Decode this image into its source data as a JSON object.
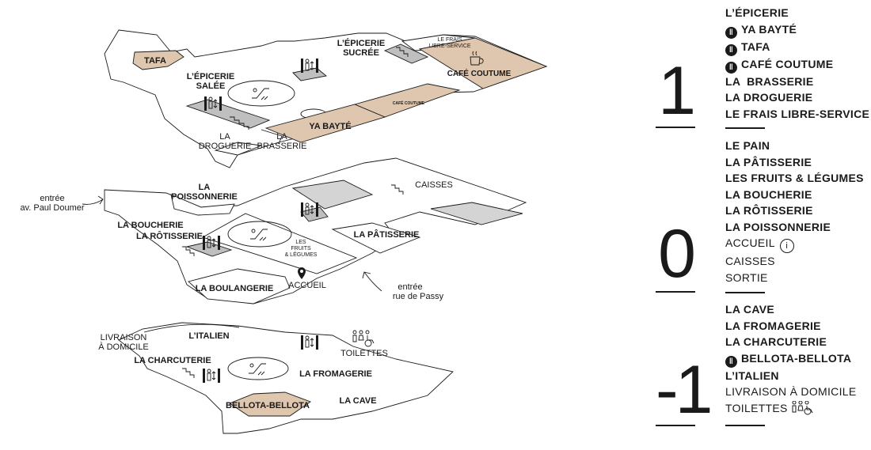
{
  "map": {
    "floor1": {
      "tafa": "TAFA",
      "epicerie_salee_1": "L’ÉPICERIE",
      "epicerie_salee_2": "SALÉE",
      "epicerie_sucree_1": "L’ÉPICERIE",
      "epicerie_sucree_2": "SUCRÉE",
      "frais_1": "LE FRAIS",
      "frais_2": "LIBRE-SERVICE",
      "cafe_coutume": "CAFÉ COUTUME",
      "cafe_coutume_small": "CAFÉ COUTUME",
      "ya_bayte": "YA BAYTÉ",
      "droguerie_1": "LA",
      "droguerie_2": "DROGUERIE",
      "brasserie_1": "LA",
      "brasserie_2": "BRASSERIE"
    },
    "floor0": {
      "entree_1": "entrée",
      "entree_2": "av. Paul Doumer",
      "poissonnerie_1": "LA",
      "poissonnerie_2": "POISSONNERIE",
      "caisses": "CAISSES",
      "boucherie": "LA BOUCHERIE",
      "rotisserie": "LA RÔTISSERIE",
      "fruits_1": "LES",
      "fruits_2": "FRUITS",
      "fruits_3": "& LÉGUMES",
      "patisserie": "LA PÂTISSERIE",
      "boulangerie": "LA BOULANGERIE",
      "accueil": "ACCUEIL",
      "entree_passy_1": "entrée",
      "entree_passy_2": "rue de Passy"
    },
    "floorm1": {
      "livraison_1": "LIVRAISON",
      "livraison_2": "À DOMICILE",
      "italien": "L’ITALIEN",
      "toilettes": "TOILETTES",
      "charcuterie": "LA CHARCUTERIE",
      "fromagerie": "LA FROMAGERIE",
      "bellota": "BELLOTA-BELLOTA",
      "cave": "LA CAVE"
    }
  },
  "legend": {
    "floors": [
      {
        "number": "1",
        "items": [
          {
            "label": "L’ÉPICERIE",
            "bold": true,
            "icon": ""
          },
          {
            "label": "YA BAYTÉ",
            "bold": true,
            "icon": "restaurant-icon"
          },
          {
            "label": "TAFA",
            "bold": true,
            "icon": "restaurant-icon"
          },
          {
            "label": "CAFÉ COUTUME",
            "bold": true,
            "icon": "restaurant-icon"
          },
          {
            "label": "LA  BRASSERIE",
            "bold": true,
            "icon": ""
          },
          {
            "label": "LA DROGUERIE",
            "bold": true,
            "icon": ""
          },
          {
            "label": "LE FRAIS LIBRE-SERVICE",
            "bold": true,
            "icon": ""
          }
        ]
      },
      {
        "number": "0",
        "items": [
          {
            "label": "LE PAIN",
            "bold": true,
            "icon": ""
          },
          {
            "label": "LA PÂTISSERIE",
            "bold": true,
            "icon": ""
          },
          {
            "label": "LES FRUITS & LÉGUMES",
            "bold": true,
            "icon": ""
          },
          {
            "label": "LA BOUCHERIE",
            "bold": true,
            "icon": ""
          },
          {
            "label": "LA RÔTISSERIE",
            "bold": true,
            "icon": ""
          },
          {
            "label": "LA POISSONNERIE",
            "bold": true,
            "icon": ""
          },
          {
            "label": "ACCUEIL",
            "bold": false,
            "icon": "info-icon"
          },
          {
            "label": "CAISSES",
            "bold": false,
            "icon": ""
          },
          {
            "label": "SORTIE",
            "bold": false,
            "icon": ""
          }
        ]
      },
      {
        "number": "-1",
        "items": [
          {
            "label": "LA CAVE",
            "bold": true,
            "icon": ""
          },
          {
            "label": "LA FROMAGERIE",
            "bold": true,
            "icon": ""
          },
          {
            "label": "LA CHARCUTERIE",
            "bold": true,
            "icon": ""
          },
          {
            "label": "BELLOTA-BELLOTA",
            "bold": true,
            "icon": "restaurant-icon"
          },
          {
            "label": "L’ITALIEN",
            "bold": true,
            "icon": ""
          },
          {
            "label": "LIVRAISON À DOMICILE",
            "bold": false,
            "icon": ""
          },
          {
            "label": "TOILETTES",
            "bold": false,
            "icon": "toilets-icon"
          }
        ]
      }
    ]
  },
  "colors": {
    "restaurant_highlight": "#dfc6ae",
    "stairs_elevator_grey": "#bfbfbf",
    "text": "#1a1a1a"
  }
}
